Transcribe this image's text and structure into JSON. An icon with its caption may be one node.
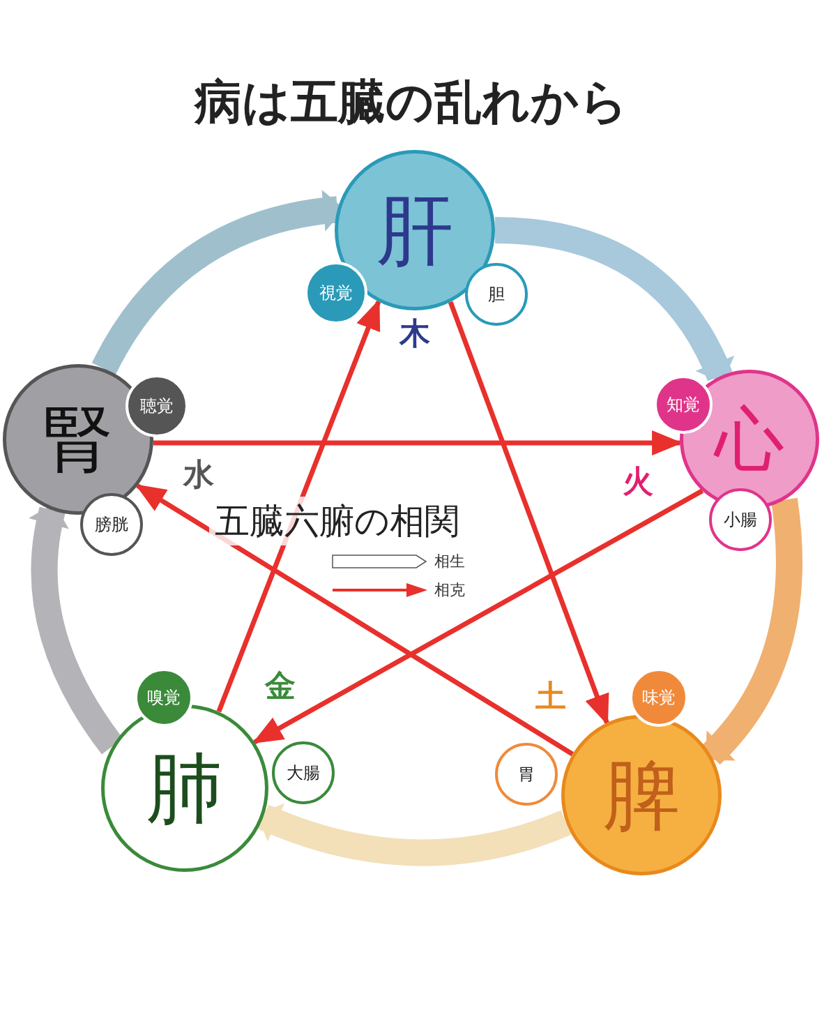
{
  "diagram": {
    "title": "病は五臓の乱れから",
    "nodes": [
      {
        "text": [
          "肝"
        ],
        "beside": [
          "木"
        ]
      },
      {
        "text": [
          "視覚"
        ]
      },
      {
        "text": [
          "胆"
        ]
      },
      {
        "text": [
          "心"
        ],
        "beside": [
          "火"
        ]
      },
      {
        "text": [
          "知覚"
        ]
      },
      {
        "text": [
          "小腸"
        ]
      },
      {
        "text": [
          "脾"
        ],
        "beside": [
          "土"
        ]
      },
      {
        "text": [
          "味覚"
        ]
      },
      {
        "text": [
          "胃"
        ]
      },
      {
        "text": [
          "肺"
        ],
        "beside": [
          "金"
        ]
      },
      {
        "text": [
          "嗅覚"
        ]
      },
      {
        "text": [
          "大腸"
        ]
      },
      {
        "text": [
          "腎"
        ],
        "beside": [
          "水"
        ]
      },
      {
        "text": [
          "聴覚"
        ]
      },
      {
        "text": [
          "膀胱"
        ]
      }
    ],
    "edges": [
      {
        "from": 0,
        "to": 6,
        "arrow": "to"
      },
      {
        "from": 6,
        "to": 12,
        "arrow": "to"
      },
      {
        "from": 12,
        "to": 3,
        "arrow": "to"
      },
      {
        "from": 3,
        "to": 9,
        "arrow": "to"
      },
      {
        "from": 9,
        "to": 0,
        "arrow": "to"
      },
      {
        "from": 0,
        "to": 3,
        "arrow": "to",
        "style": "thick",
        "color": "#a8c8dc"
      },
      {
        "from": 3,
        "to": 6,
        "arrow": "to",
        "style": "thick",
        "color": "#f0b070"
      },
      {
        "from": 6,
        "to": 9,
        "arrow": "to",
        "style": "thick",
        "color": "#f3dfb8"
      },
      {
        "from": 9,
        "to": 12,
        "arrow": "to",
        "style": "thick",
        "color": "#b4b4b8"
      },
      {
        "from": 12,
        "to": 0,
        "arrow": "to",
        "style": "thick",
        "color": "#9fbfcc"
      }
    ],
    "labels": [
      "五臓六腑の相関"
    ],
    "legend": [
      {
        "text": "相生"
      },
      {
        "text": "相克"
      }
    ]
  }
}
